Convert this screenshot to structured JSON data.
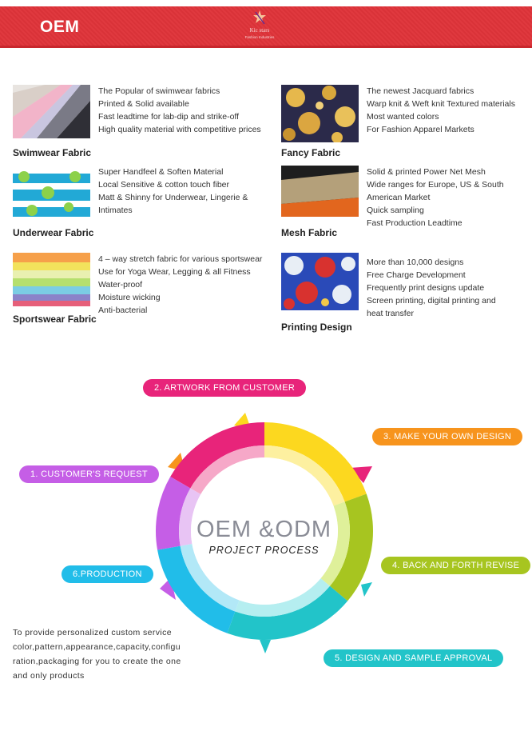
{
  "header": {
    "title": "OEM",
    "logo_text": "Kic stars",
    "logo_subtext": "Fashion Industries",
    "bg_color": "#dc353b"
  },
  "products": [
    {
      "name": "Swimwear Fabric",
      "lines": [
        "The Popular of swimwear fabrics",
        "Printed & Solid available",
        "Fast leadtime for lab-dip and strike-off",
        "High quality material with competitive prices"
      ]
    },
    {
      "name": "Fancy Fabric",
      "lines": [
        "The newest Jacquard fabrics",
        "Warp knit & Weft knit Textured materials",
        "Most wanted colors",
        "For Fashion Apparel Markets"
      ]
    },
    {
      "name": "Underwear Fabric",
      "lines": [
        "Super Handfeel & Soften Material",
        "Local Sensitive & cotton touch fiber",
        "Matt & Shinny for Underwear, Lingerie &",
        "Intimates"
      ]
    },
    {
      "name": "Mesh Fabric",
      "lines": [
        "Solid & printed Power Net Mesh",
        "Wide ranges for Europe, US & South",
        "American Market",
        "Quick sampling",
        "Fast Production Leadtime"
      ]
    },
    {
      "name": "Sportswear Fabric",
      "lines": [
        "4 – way stretch fabric for various sportswear",
        "Use for Yoga Wear, Legging & all Fitness",
        "Water-proof",
        "Moisture wicking",
        "Anti-bacterial"
      ]
    },
    {
      "name": "Printing Design",
      "lines": [
        "More than 10,000 designs",
        "Free Charge Development",
        "Frequently print designs update",
        "Screen printing, digital printing and",
        "heat transfer"
      ]
    }
  ],
  "process": {
    "title": "OEM &ODM",
    "subtitle": "PROJECT PROCESS",
    "steps": [
      {
        "label": "1. CUSTOMER'S REQUEST",
        "color": "#c55ee6"
      },
      {
        "label": "2. ARTWORK FROM CUSTOMER",
        "color": "#e8247a"
      },
      {
        "label": "3. MAKE YOUR OWN DESIGN",
        "color": "#f7941d"
      },
      {
        "label": "4. BACK AND FORTH REVISE",
        "color": "#a7c520"
      },
      {
        "label": "5. DESIGN AND SAMPLE APPROVAL",
        "color": "#22c4c9"
      },
      {
        "label": "6.PRODUCTION",
        "color": "#21bde9"
      }
    ],
    "description": [
      "To provide personalized custom service",
      "color,pattern,appearance,capacity,configu",
      "ration,packaging for you to create the one",
      "and only products"
    ]
  }
}
